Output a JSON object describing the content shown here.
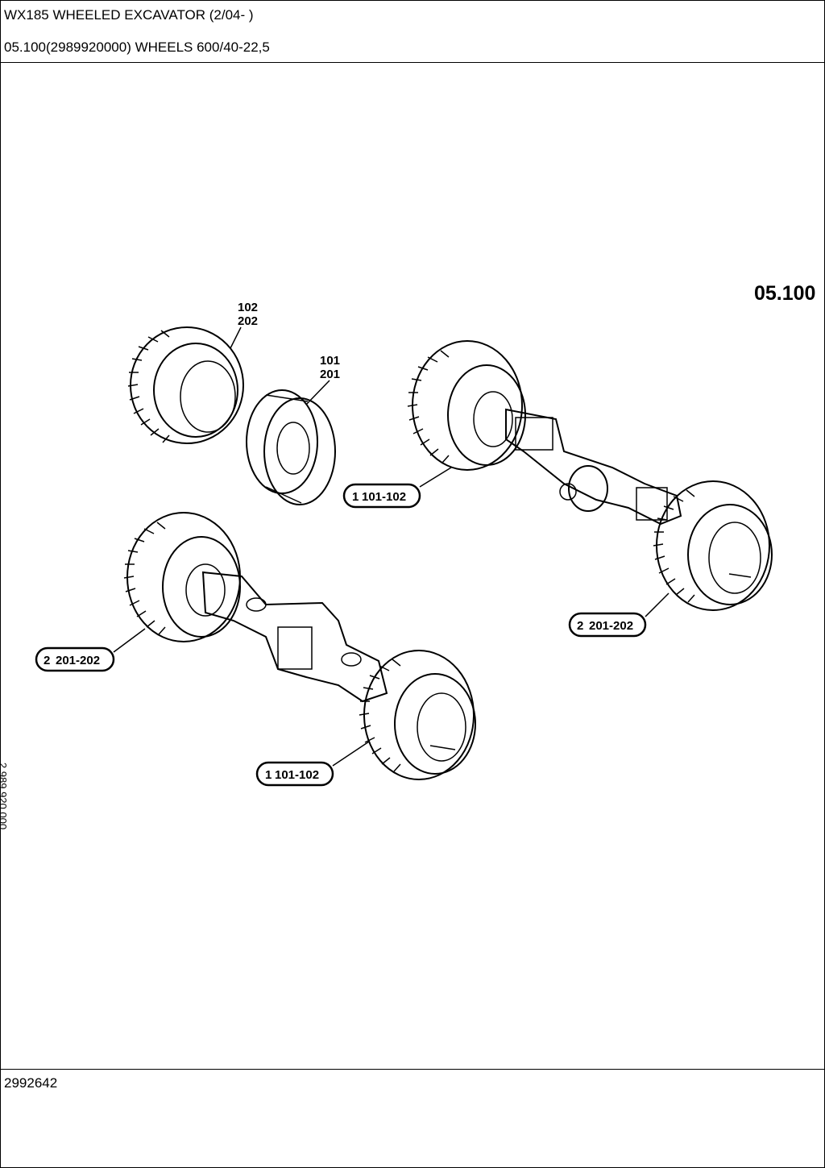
{
  "header": {
    "title": "WX185 WHEELED EXCAVATOR (2/04- )",
    "subtitle": "05.100(2989920000) WHEELS 600/40-22,5"
  },
  "section_number": "05.100",
  "footer": {
    "code": "2992642"
  },
  "side_code": "2 989 920 000",
  "callouts": {
    "tire_label_a": "102",
    "tire_label_b": "202",
    "rim_label_a": "101",
    "rim_label_b": "201",
    "rear_left_qty": "1",
    "rear_left_range": "101-102",
    "rear_right_qty": "2",
    "rear_right_range": "201-202",
    "front_left_qty": "2",
    "front_left_range": "201-202",
    "front_right_qty": "1",
    "front_right_range": "101-102"
  }
}
